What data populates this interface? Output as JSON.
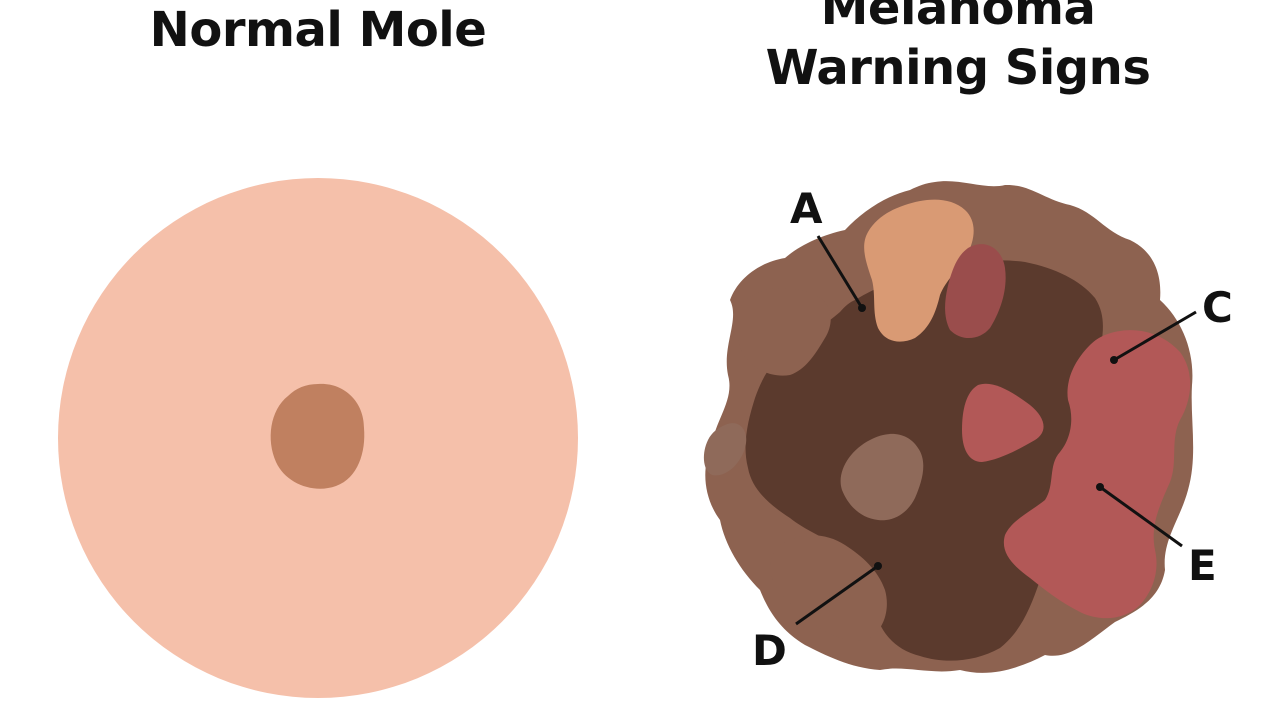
{
  "normal": {
    "title": "Normal Mole",
    "colors": {
      "skin": "#f5c0aa",
      "mole": "#c08060"
    }
  },
  "melanoma": {
    "title_line1": "Melanoma",
    "title_line2": "Warning Signs",
    "colors": {
      "outer": "#8d6250",
      "dark": "#5b3a2d",
      "tan": "#d99a74",
      "red": "#9a4d4c",
      "red_light": "#b25857",
      "medium": "#8f6a5a"
    }
  },
  "callouts": [
    {
      "id": "a",
      "label": "A"
    },
    {
      "id": "c",
      "label": "C"
    },
    {
      "id": "e",
      "label": "E"
    },
    {
      "id": "d",
      "label": "D"
    }
  ]
}
